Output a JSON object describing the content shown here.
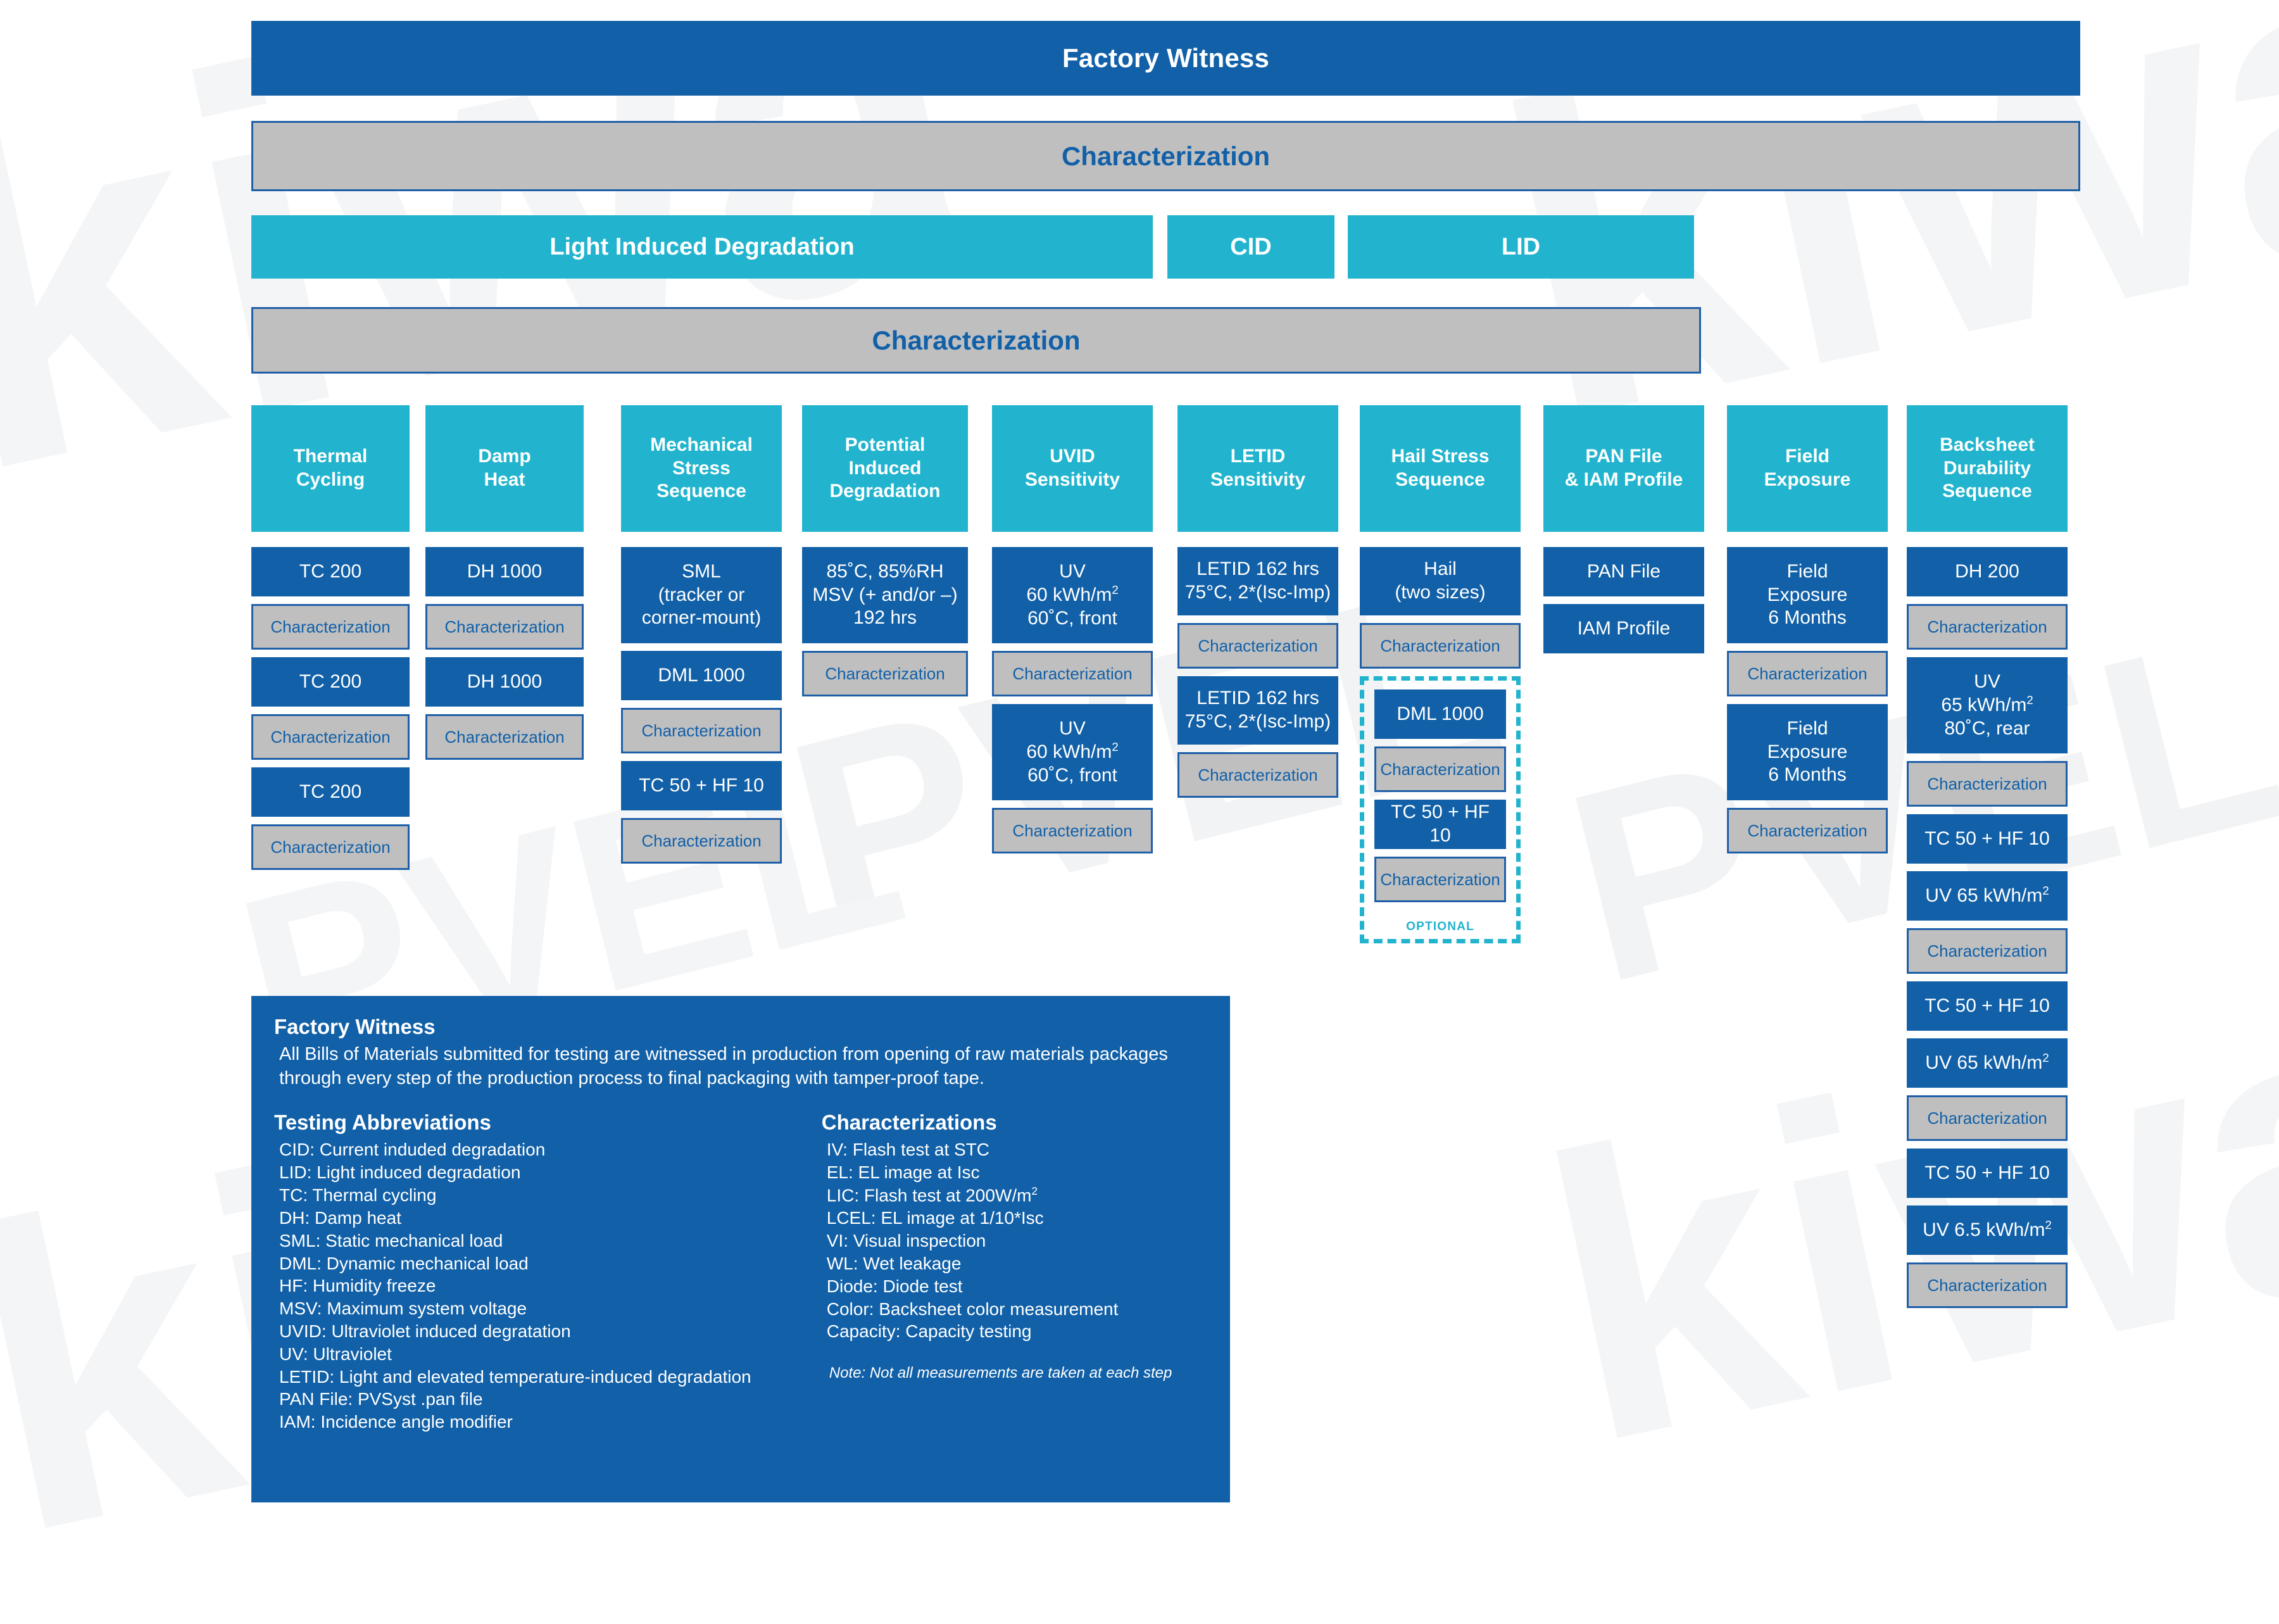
{
  "colors": {
    "dark_blue": "#1160a8",
    "teal": "#22b4ce",
    "gray": "#bfbfbf",
    "gray_border": "#1e5fa8",
    "background": "#ffffff"
  },
  "header": {
    "factory_witness": "Factory Witness",
    "characterization_top": "Characterization"
  },
  "lid_row": {
    "light_induced_degradation": "Light Induced Degradation",
    "cid": "CID",
    "lid": "LID"
  },
  "characterization_second": "Characterization",
  "optional_label": "OPTIONAL",
  "columns": [
    {
      "id": "thermal-cycling",
      "header": "Thermal\nCycling",
      "steps": [
        {
          "type": "blue",
          "label": "TC 200"
        },
        {
          "type": "gray",
          "label": "Characterization"
        },
        {
          "type": "blue",
          "label": "TC 200"
        },
        {
          "type": "gray",
          "label": "Characterization"
        },
        {
          "type": "blue",
          "label": "TC 200"
        },
        {
          "type": "gray",
          "label": "Characterization"
        }
      ]
    },
    {
      "id": "damp-heat",
      "header": "Damp\nHeat",
      "steps": [
        {
          "type": "blue",
          "label": "DH 1000"
        },
        {
          "type": "gray",
          "label": "Characterization"
        },
        {
          "type": "blue",
          "label": "DH 1000"
        },
        {
          "type": "gray",
          "label": "Characterization"
        }
      ]
    },
    {
      "id": "mechanical-stress-sequence",
      "header": "Mechanical\nStress\nSequence",
      "steps": [
        {
          "type": "blue",
          "label": "SML\n(tracker or\ncorner-mount)"
        },
        {
          "type": "blue",
          "label": "DML 1000"
        },
        {
          "type": "gray",
          "label": "Characterization"
        },
        {
          "type": "blue",
          "label": "TC 50 + HF 10"
        },
        {
          "type": "gray",
          "label": "Characterization"
        }
      ]
    },
    {
      "id": "potential-induced-degradation",
      "header": "Potential\nInduced\nDegradation",
      "steps": [
        {
          "type": "blue",
          "label": "85˚C, 85%RH\nMSV (+ and/or –)\n192 hrs"
        },
        {
          "type": "gray",
          "label": "Characterization"
        }
      ]
    },
    {
      "id": "uvid-sensitivity",
      "header": "UVID\nSensitivity",
      "steps": [
        {
          "type": "blue",
          "label": "UV\n60 kWh/m²\n60˚C, front"
        },
        {
          "type": "gray",
          "label": "Characterization"
        },
        {
          "type": "blue",
          "label": "UV\n60 kWh/m²\n60˚C, front"
        },
        {
          "type": "gray",
          "label": "Characterization"
        }
      ]
    },
    {
      "id": "letid-sensitivity",
      "header": "LETID\nSensitivity",
      "steps": [
        {
          "type": "blue",
          "label": "LETID 162 hrs\n75°C, 2*(Isc-Imp)"
        },
        {
          "type": "gray",
          "label": "Characterization"
        },
        {
          "type": "blue",
          "label": "LETID 162 hrs\n75°C, 2*(Isc-Imp)"
        },
        {
          "type": "gray",
          "label": "Characterization"
        }
      ]
    },
    {
      "id": "hail-stress-sequence",
      "header": "Hail Stress\nSequence",
      "steps": [
        {
          "type": "blue",
          "label": "Hail\n(two sizes)"
        },
        {
          "type": "gray",
          "label": "Characterization"
        }
      ],
      "optional_steps": [
        {
          "type": "blue",
          "label": "DML 1000"
        },
        {
          "type": "gray",
          "label": "Characterization"
        },
        {
          "type": "blue",
          "label": "TC 50 + HF 10"
        },
        {
          "type": "gray",
          "label": "Characterization"
        }
      ]
    },
    {
      "id": "pan-file-iam-profile",
      "header": "PAN File\n& IAM Profile",
      "steps": [
        {
          "type": "blue",
          "label": "PAN File"
        },
        {
          "type": "blue",
          "label": "IAM Profile"
        }
      ]
    },
    {
      "id": "field-exposure",
      "header": "Field\nExposure",
      "steps": [
        {
          "type": "blue",
          "label": "Field\nExposure\n6 Months"
        },
        {
          "type": "gray",
          "label": "Characterization"
        },
        {
          "type": "blue",
          "label": "Field\nExposure\n6 Months"
        },
        {
          "type": "gray",
          "label": "Characterization"
        }
      ]
    },
    {
      "id": "backsheet-durability-sequence",
      "header": "Backsheet\nDurability\nSequence",
      "steps": [
        {
          "type": "blue",
          "label": "DH 200"
        },
        {
          "type": "gray",
          "label": "Characterization"
        },
        {
          "type": "blue",
          "label": "UV\n65 kWh/m²\n80˚C, rear"
        },
        {
          "type": "gray",
          "label": "Characterization"
        },
        {
          "type": "blue",
          "label": "TC 50 + HF 10"
        },
        {
          "type": "blue",
          "label": "UV 65 kWh/m²"
        },
        {
          "type": "gray",
          "label": "Characterization"
        },
        {
          "type": "blue",
          "label": "TC 50 + HF 10"
        },
        {
          "type": "blue",
          "label": "UV 65 kWh/m²"
        },
        {
          "type": "gray",
          "label": "Characterization"
        },
        {
          "type": "blue",
          "label": "TC 50 + HF 10"
        },
        {
          "type": "blue",
          "label": "UV 6.5 kWh/m²"
        },
        {
          "type": "gray",
          "label": "Characterization"
        }
      ]
    }
  ],
  "legend": {
    "factory_witness_title": "Factory Witness",
    "factory_witness_body": "All Bills of Materials submitted for testing are witnessed in production from opening of raw materials packages through every step of the production process to final packaging with tamper-proof tape.",
    "testing_abbreviations_title": "Testing Abbreviations",
    "testing_abbreviations": [
      "CID: Current induded degradation",
      "LID: Light induced degradation",
      "TC: Thermal cycling",
      "DH: Damp heat",
      "SML: Static mechanical load",
      "DML: Dynamic mechanical load",
      "HF: Humidity freeze",
      "MSV: Maximum system voltage",
      "UVID: Ultraviolet induced degratation",
      "UV: Ultraviolet",
      "LETID: Light and elevated temperature-induced degradation",
      "PAN File: PVSyst .pan file",
      "IAM: Incidence angle modifier"
    ],
    "characterizations_title": "Characterizations",
    "characterizations": [
      "IV: Flash test at STC",
      "EL: EL image at Isc",
      "LIC: Flash test at 200W/m²",
      "LCEL: EL image at 1/10*Isc",
      "VI: Visual inspection",
      "WL: Wet leakage",
      "Diode: Diode test",
      "Color: Backsheet color measurement",
      "Capacity: Capacity testing"
    ],
    "note": "Note: Not all measurements are taken at each step"
  },
  "watermarks": [
    "kiwa",
    "kiwa",
    "kiwa",
    "kiwa",
    "PVEL",
    "PVEL",
    "PVEL"
  ]
}
